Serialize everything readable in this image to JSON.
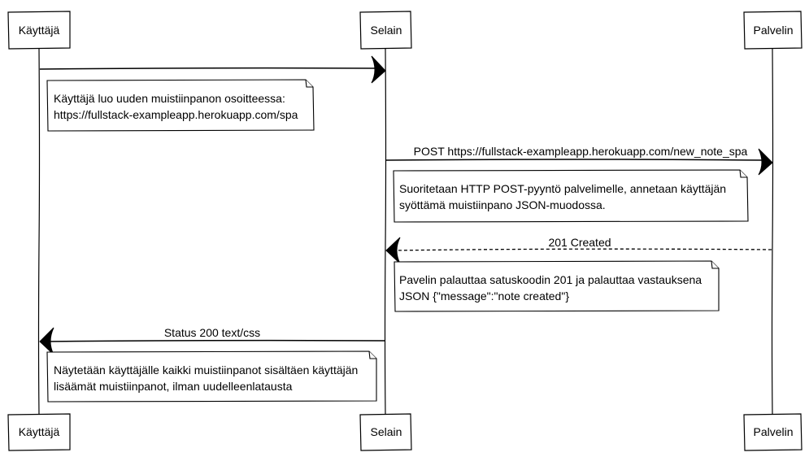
{
  "participants": {
    "user": "Käyttäjä",
    "browser": "Selain",
    "server": "Palvelin"
  },
  "messages": {
    "m1_label": "",
    "m2_label": "POST https://fullstack-exampleapp.herokuapp.com/new_note_spa",
    "m3_label": "201 Created",
    "m4_label": "Status 200 text/css"
  },
  "notes": {
    "n1": {
      "line1": "Käyttäjä luo uuden muistiinpanon osoitteessa:",
      "line2": "https://fullstack-exampleapp.herokuapp.com/spa"
    },
    "n2": {
      "line1": "Suoritetaan HTTP POST-pyyntö palvelimelle, annetaan käyttäjän",
      "line2": "syöttämä muistiinpano JSON-muodossa."
    },
    "n3": {
      "line1": "Pavelin palauttaa satuskoodin 201 ja palauttaa vastauksena",
      "line2": "JSON {\"message\":\"note created\"}"
    },
    "n4": {
      "line1": "Näytetään käyttäjälle kaikki muistiinpanot sisältäen käyttäjän",
      "line2": "lisäämät muistiinpanot, ilman uudelleenlatausta"
    }
  },
  "colors": {
    "stroke": "#000000",
    "background": "#ffffff"
  }
}
